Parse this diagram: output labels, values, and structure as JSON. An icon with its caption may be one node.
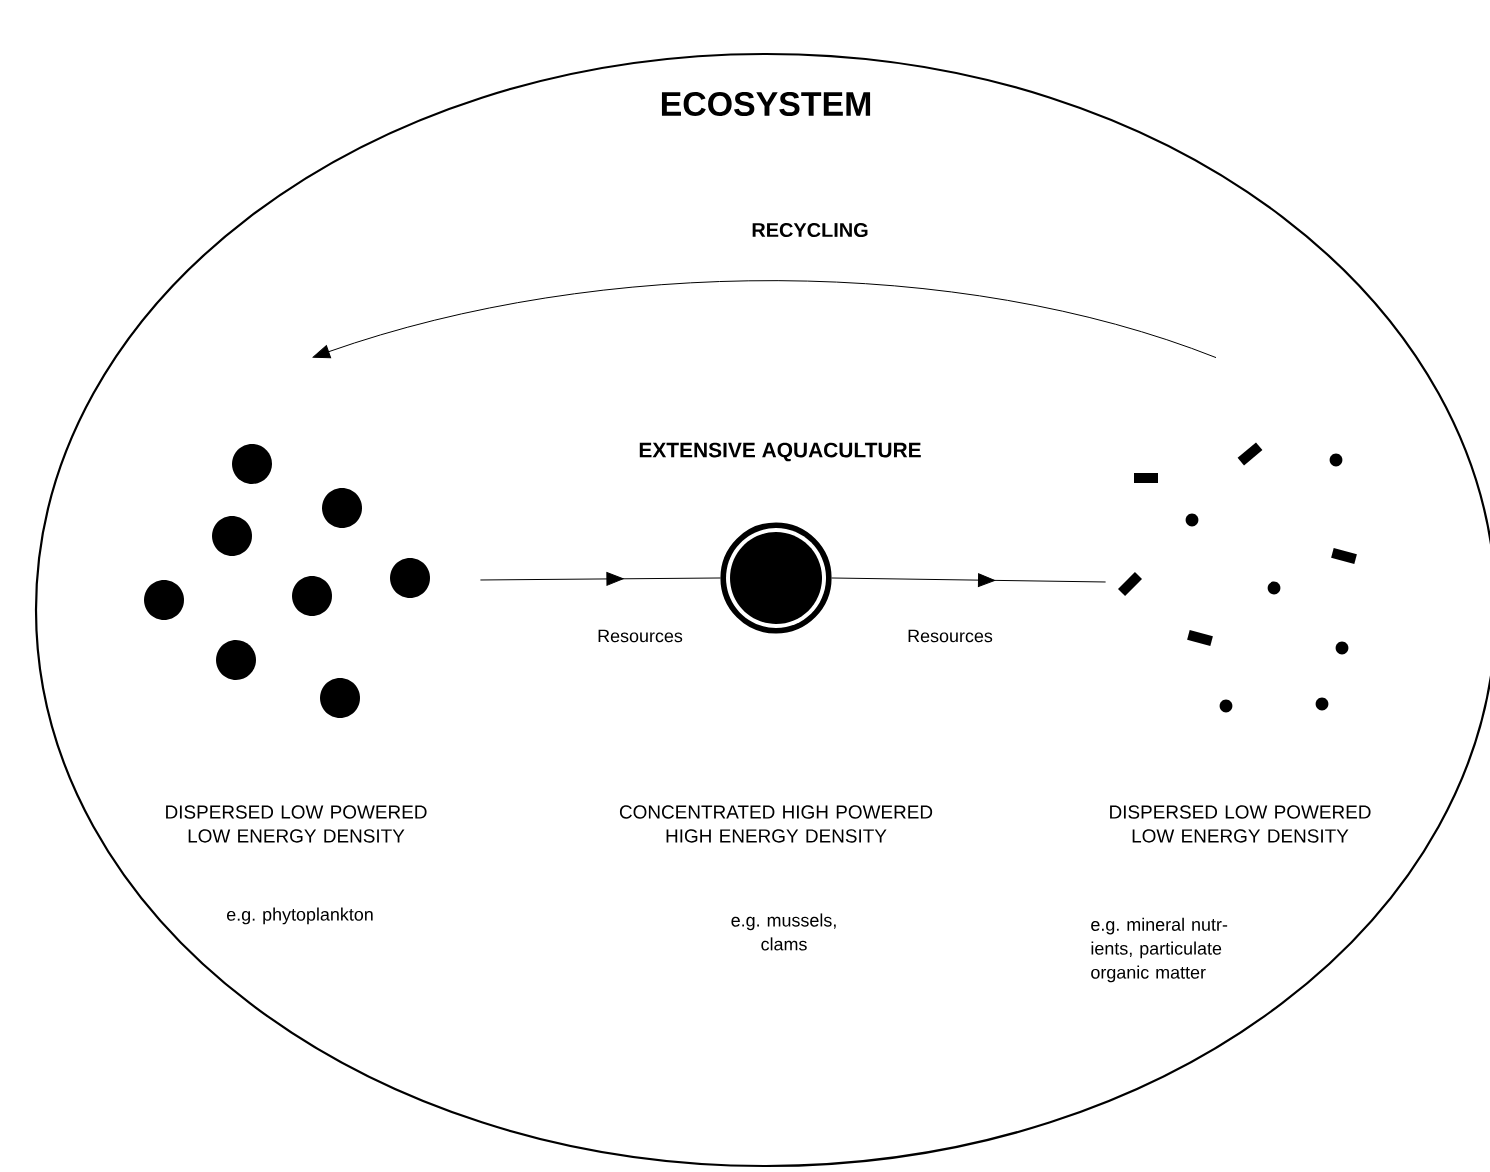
{
  "diagram": {
    "nodes": [
      {
        "text": [
          "ECOSYSTEM"
        ]
      },
      {
        "text": [],
        "shape": "picture",
        "in": 0
      },
      {
        "text": [],
        "shape": "circle",
        "in": 0,
        "beside": [
          "EXTENSIVE AQUACULTURE"
        ]
      },
      {
        "text": [],
        "shape": "picture",
        "in": 0
      }
    ],
    "edges": [
      {
        "from": 1,
        "to": 2,
        "arrow": "to",
        "label": "Resources"
      },
      {
        "from": 2,
        "to": 3,
        "arrow": "to",
        "label": "Resources"
      },
      {
        "from": 3,
        "to": 1,
        "arrow": "to",
        "label": "RECYCLING"
      }
    ],
    "labels": [
      "DISPERSED LOW POWERED LOW ENERGY DENSITY",
      "CONCENTRATED HIGH POWERED HIGH ENERGY DENSITY",
      "DISPERSED LOW POWERED LOW ENERGY DENSITY",
      "e.g. phytoplankton",
      "e.g. mussels, clams",
      "e.g. mineral nutr- ients, particulate organic matter"
    ]
  }
}
